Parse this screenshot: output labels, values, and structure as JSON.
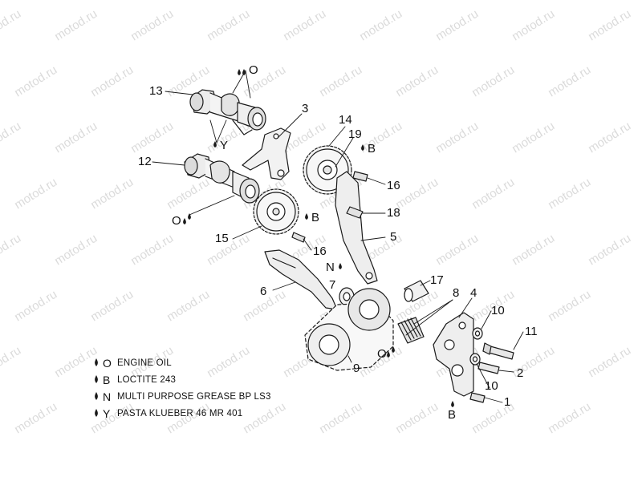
{
  "watermark": "motod.ru",
  "callouts": {
    "p13": "13",
    "p3": "3",
    "p14": "14",
    "p19": "19",
    "p12": "12",
    "p16a": "16",
    "p18": "18",
    "p15": "15",
    "p16b": "16",
    "p5": "5",
    "p6": "6",
    "p7": "7",
    "p17": "17",
    "p8": "8",
    "p4": "4",
    "p10a": "10",
    "p11": "11",
    "p10b": "10",
    "p2": "2",
    "p1": "1",
    "p9": "9"
  },
  "lubricant_marks": {
    "o_top": "O",
    "y_mark": "Y",
    "o_left": "O",
    "b_upper": "B",
    "b_mid": "B",
    "n_mark": "N",
    "o_bottom": "O",
    "b_bottom": "B"
  },
  "legend": [
    {
      "code": "O",
      "text": "ENGINE OIL"
    },
    {
      "code": "B",
      "text": "LOCTITE 243"
    },
    {
      "code": "N",
      "text": "MULTI PURPOSE GREASE BP LS3"
    },
    {
      "code": "Y",
      "text": "PASTA KLUEBER 46 MR 401"
    }
  ]
}
